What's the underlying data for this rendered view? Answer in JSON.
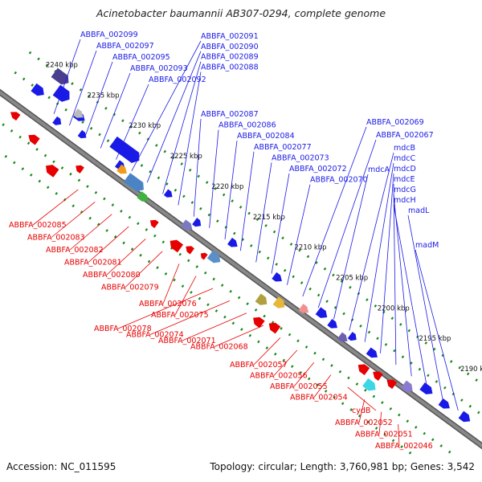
{
  "title": "Acinetobacter baumannii AB307-0294, complete genome",
  "footer": {
    "accession": "Accession: NC_011595",
    "stats": "Topology: circular; Length: 3,760,981 bp; Genes: 3,542"
  },
  "colors": {
    "forward": "#1a1ae6",
    "reverse": "#e60000",
    "backbone": "#888888",
    "tick": "#1a8a1a"
  },
  "scale": [
    "2240 kbp",
    "2235 kbp",
    "2230 kbp",
    "2225 kbp",
    "2220 kbp",
    "2215 kbp",
    "2210 kbp",
    "2205 kbp",
    "2200 kbp",
    "2195 kbp",
    "2190 kbp"
  ],
  "forward_labels": [
    "ABBFA_002099",
    "ABBFA_002097",
    "ABBFA_002095",
    "ABBFA_002093",
    "ABBFA_002092",
    "ABBFA_002091",
    "ABBFA_002090",
    "ABBFA_002089",
    "ABBFA_002088",
    "ABBFA_002087",
    "ABBFA_002086",
    "ABBFA_002084",
    "ABBFA_002077",
    "ABBFA_002073",
    "ABBFA_002072",
    "ABBFA_002070",
    "ABBFA_002069",
    "ABBFA_002067",
    "mdcA",
    "mdcB",
    "mdcC",
    "mdcD",
    "mdcE",
    "mdcG",
    "mdcH",
    "madL",
    "madM"
  ],
  "reverse_labels": [
    "ABBFA_002085",
    "ABBFA_002083",
    "ABBFA_002082",
    "ABBFA_002081",
    "ABBFA_002080",
    "ABBFA_002079",
    "ABBFA_002076",
    "ABBFA_002075",
    "ABBFA_002078",
    "ABBFA_002074",
    "ABBFA_002071",
    "ABBFA_002068",
    "ABBFA_002057",
    "ABBFA_002056",
    "ABBFA_002055",
    "ABBFA_002054",
    "cydB",
    "ABBFA_002052",
    "ABBFA_002051",
    "ABBFA_002046"
  ]
}
